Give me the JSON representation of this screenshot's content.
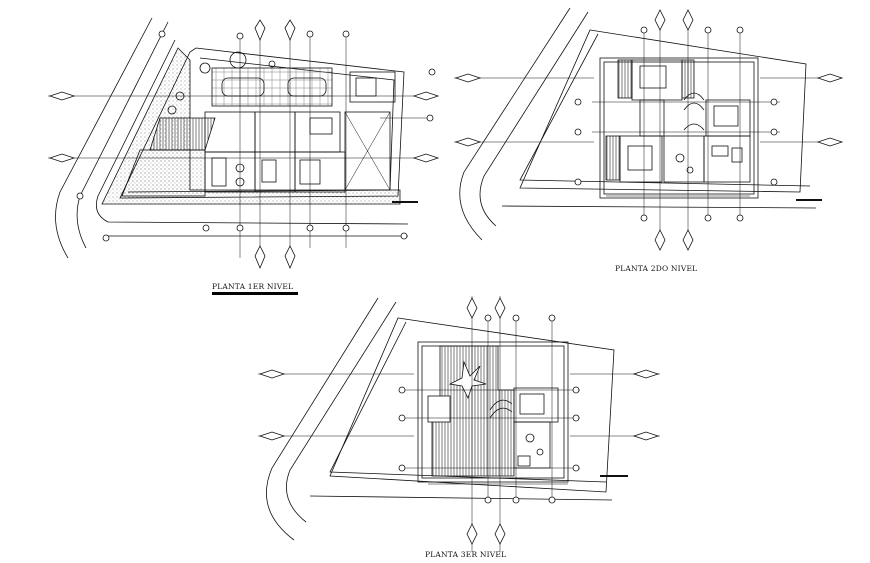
{
  "plans": [
    {
      "id": "plan-1",
      "label": "PLANTA 1ER NIVEL",
      "underlined": true
    },
    {
      "id": "plan-2",
      "label": "PLANTA 2DO NIVEL",
      "underlined": false
    },
    {
      "id": "plan-3",
      "label": "PLANTA 3ER NIVEL",
      "underlined": false
    }
  ],
  "colors": {
    "line": "#111111",
    "background": "#ffffff",
    "hatch": "#333333"
  }
}
